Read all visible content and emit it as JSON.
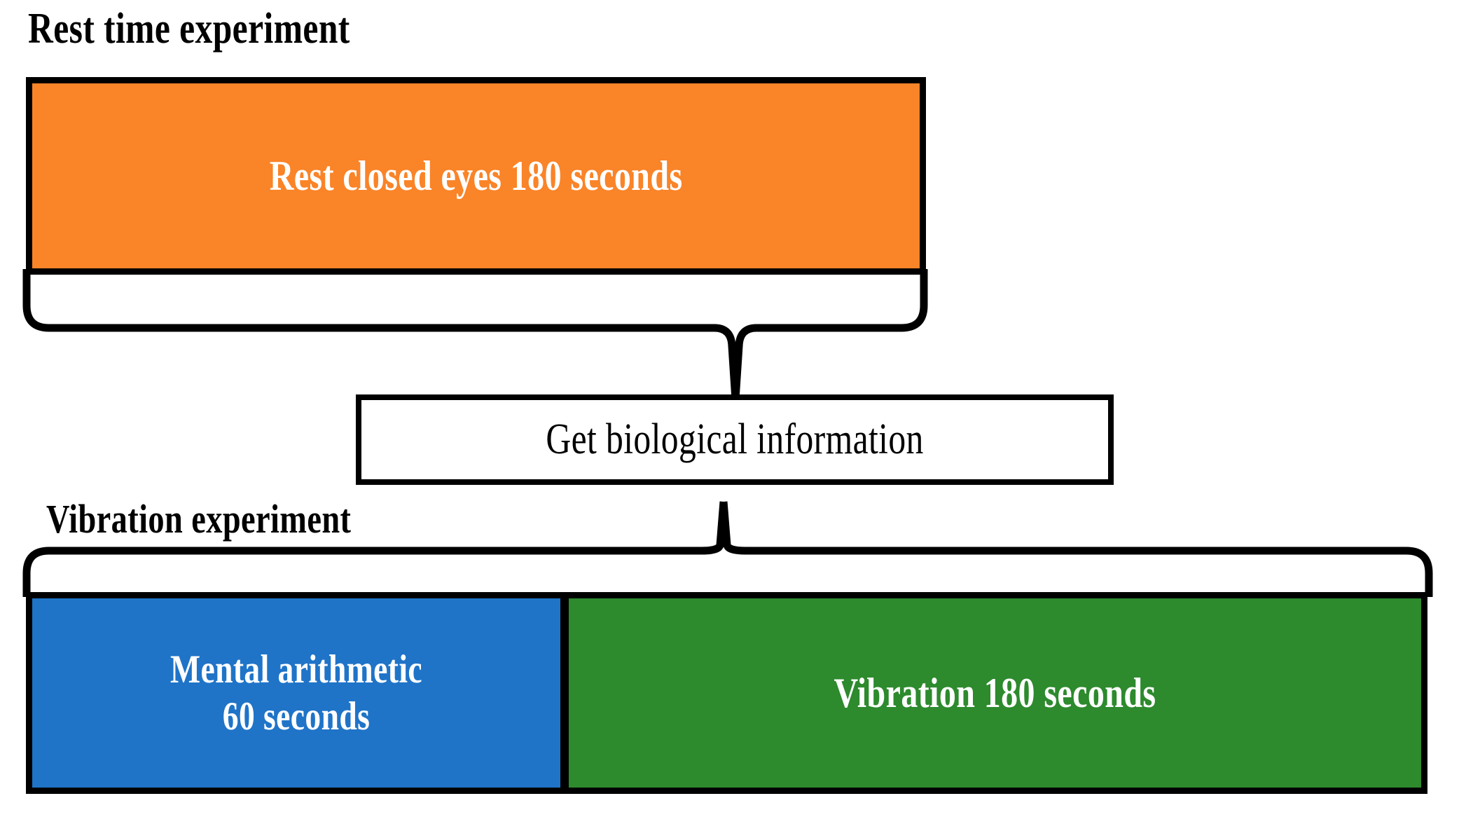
{
  "diagram": {
    "title_rest": "Rest time experiment",
    "title_vibration": "Vibration experiment",
    "blocks": {
      "rest": {
        "label": "Rest closed eyes 180 seconds",
        "duration_seconds": 180,
        "color": "#fa8428",
        "text_color": "#ffffff"
      },
      "get_info": {
        "label": "Get biological information",
        "color": "#ffffff",
        "text_color": "#000000"
      },
      "mental": {
        "label": "Mental arithmetic\n60 seconds",
        "duration_seconds": 60,
        "color": "#1f74c8",
        "text_color": "#ffffff"
      },
      "vibration": {
        "label": "Vibration 180 seconds",
        "duration_seconds": 180,
        "color": "#2d8a2d",
        "text_color": "#ffffff"
      }
    },
    "connectors": {
      "top_brace": "downward-brace-from-rest-block",
      "bottom_brace": "upward-brace-to-vibration-blocks"
    }
  }
}
